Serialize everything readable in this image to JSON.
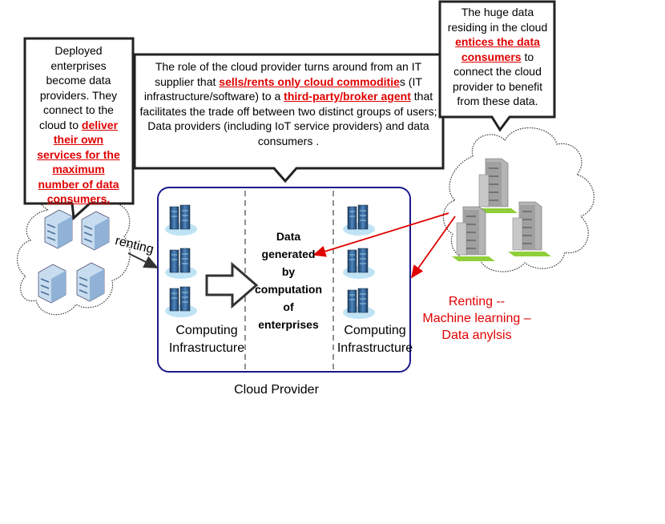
{
  "callouts": {
    "left": {
      "text_1": "Deployed enterprises become data providers. They connect to the cloud to ",
      "highlight": "deliver their own services for the maximum number of data consumers."
    },
    "top": {
      "text_1": "The role of the cloud provider turns around from an IT supplier that ",
      "highlight_1": "sells/rents only cloud commoditie",
      "text_2": "s (IT infrastructure/software) to a ",
      "highlight_2": "third-party/broker agent",
      "text_3": " that facilitates the trade off between two distinct groups of users; Data providers (including IoT service providers)  and data consumers ."
    },
    "right": {
      "text_1": "The huge data residing in the cloud ",
      "highlight": "entices the data consumers",
      "text_2": " to connect the cloud provider to benefit from these data."
    }
  },
  "center": {
    "line_1": "Data",
    "line_2": "generated",
    "line_3": "by",
    "line_4": "computation",
    "line_5": "of",
    "line_6": "enterprises"
  },
  "infrastructure": {
    "left_line_1": "Computing",
    "left_line_2": "Infrastructure",
    "right_line_1": "Computing",
    "right_line_2": "Infrastructure"
  },
  "cloud_provider_label": "Cloud Provider",
  "renting_label": "renting",
  "renting_red": {
    "line_1": "Renting --",
    "line_2": "Machine learning –",
    "line_3": "Data anylsis"
  },
  "colors": {
    "accent_red": "#e00000",
    "box_border": "#1a1a8c",
    "server_blue": "#3a6fa8",
    "building_gray": "#9a9a9a",
    "grass_green": "#8fcf3a"
  }
}
